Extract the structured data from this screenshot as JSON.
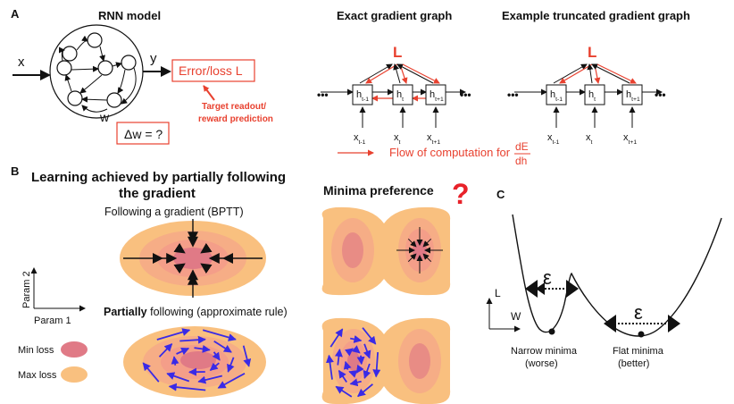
{
  "panel_a": {
    "letter": "A",
    "rnn": {
      "title": "RNN model",
      "input": "x",
      "output": "y",
      "weight": "w",
      "error_box": "Error/loss L",
      "target_line1": "Target readout/",
      "target_line2": "reward prediction",
      "dw_box": "Δw = ?"
    },
    "exact": {
      "title": "Exact gradient graph",
      "loss": "L",
      "ellipsis": "•••",
      "nodes": [
        {
          "base": "h",
          "sub": "t-1"
        },
        {
          "base": "h",
          "sub": "t"
        },
        {
          "base": "h",
          "sub": "t+1"
        }
      ],
      "inputs": [
        {
          "base": "x",
          "sub": "t-1"
        },
        {
          "base": "x",
          "sub": "t"
        },
        {
          "base": "x",
          "sub": "t+1"
        }
      ]
    },
    "truncated": {
      "title": "Example truncated gradient graph",
      "loss": "L",
      "ellipsis": "•••",
      "nodes": [
        {
          "base": "h",
          "sub": "t-1"
        },
        {
          "base": "h",
          "sub": "t"
        },
        {
          "base": "h",
          "sub": "t+1"
        }
      ],
      "inputs": [
        {
          "base": "x",
          "sub": "t-1"
        },
        {
          "base": "x",
          "sub": "t"
        },
        {
          "base": "x",
          "sub": "t+1"
        }
      ]
    },
    "flow_legend": {
      "text": "Flow of computation for",
      "frac_top": "dE",
      "frac_bottom": "dh"
    }
  },
  "panel_b": {
    "letter": "B",
    "title_line1": "Learning achieved by partially following",
    "title_line2": "the gradient",
    "bptt_label": "Following a gradient (BPTT)",
    "partial_bold": "Partially",
    "partial_rest": " following (approximate rule)",
    "axis_y": "Param 2",
    "axis_x": "Param 1",
    "legend_min": "Min loss",
    "legend_max": "Max loss",
    "minima_title": "Minima preference",
    "question": "?"
  },
  "panel_c": {
    "letter": "C",
    "axis_y": "L",
    "axis_x": "W",
    "epsilon": "ε",
    "narrow_line1": "Narrow minima",
    "narrow_line2": "(worse)",
    "flat_line1": "Flat minima",
    "flat_line2": "(better)"
  },
  "colors": {
    "accent_red": "#e8412f",
    "max_loss": "#f9c07f",
    "mid_loss": "#f49e89",
    "min_loss": "#e07a86",
    "flow_blue": "#3a2ae6"
  }
}
